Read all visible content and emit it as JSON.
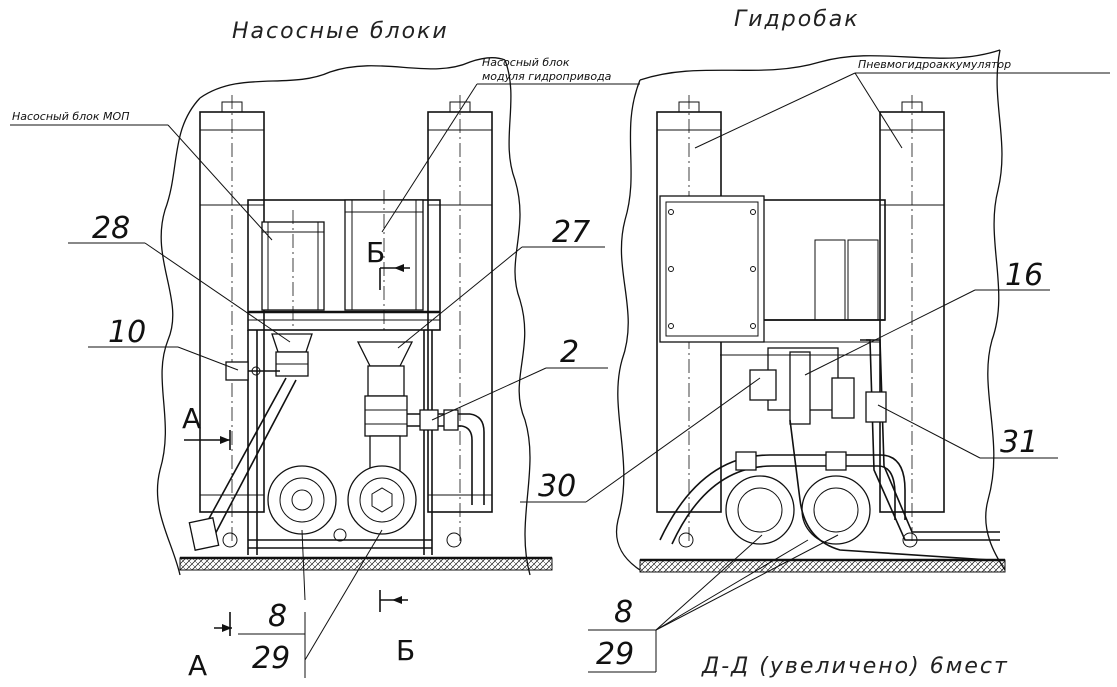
{
  "titles": {
    "left": "Насосные блоки",
    "right": "Гидробак"
  },
  "callouts": {
    "pump_mop": "Насосный блок МОП",
    "pump_drive_line1": "Насосный блок",
    "pump_drive_line2": "модуля гидропривода",
    "accumulator": "Пневмогидроаккумулятор"
  },
  "positions": {
    "p28": "28",
    "p27": "27",
    "p10": "10",
    "p2": "2",
    "p16": "16",
    "p30": "30",
    "p31": "31",
    "left_8": "8",
    "left_29": "29",
    "right_8": "8",
    "right_29": "29"
  },
  "sections": {
    "a_top": "А",
    "a_bottom": "А",
    "b_top": "Б",
    "b_bottom": "Б"
  },
  "view_caption": "Д-Д (увеличено) 6мест"
}
